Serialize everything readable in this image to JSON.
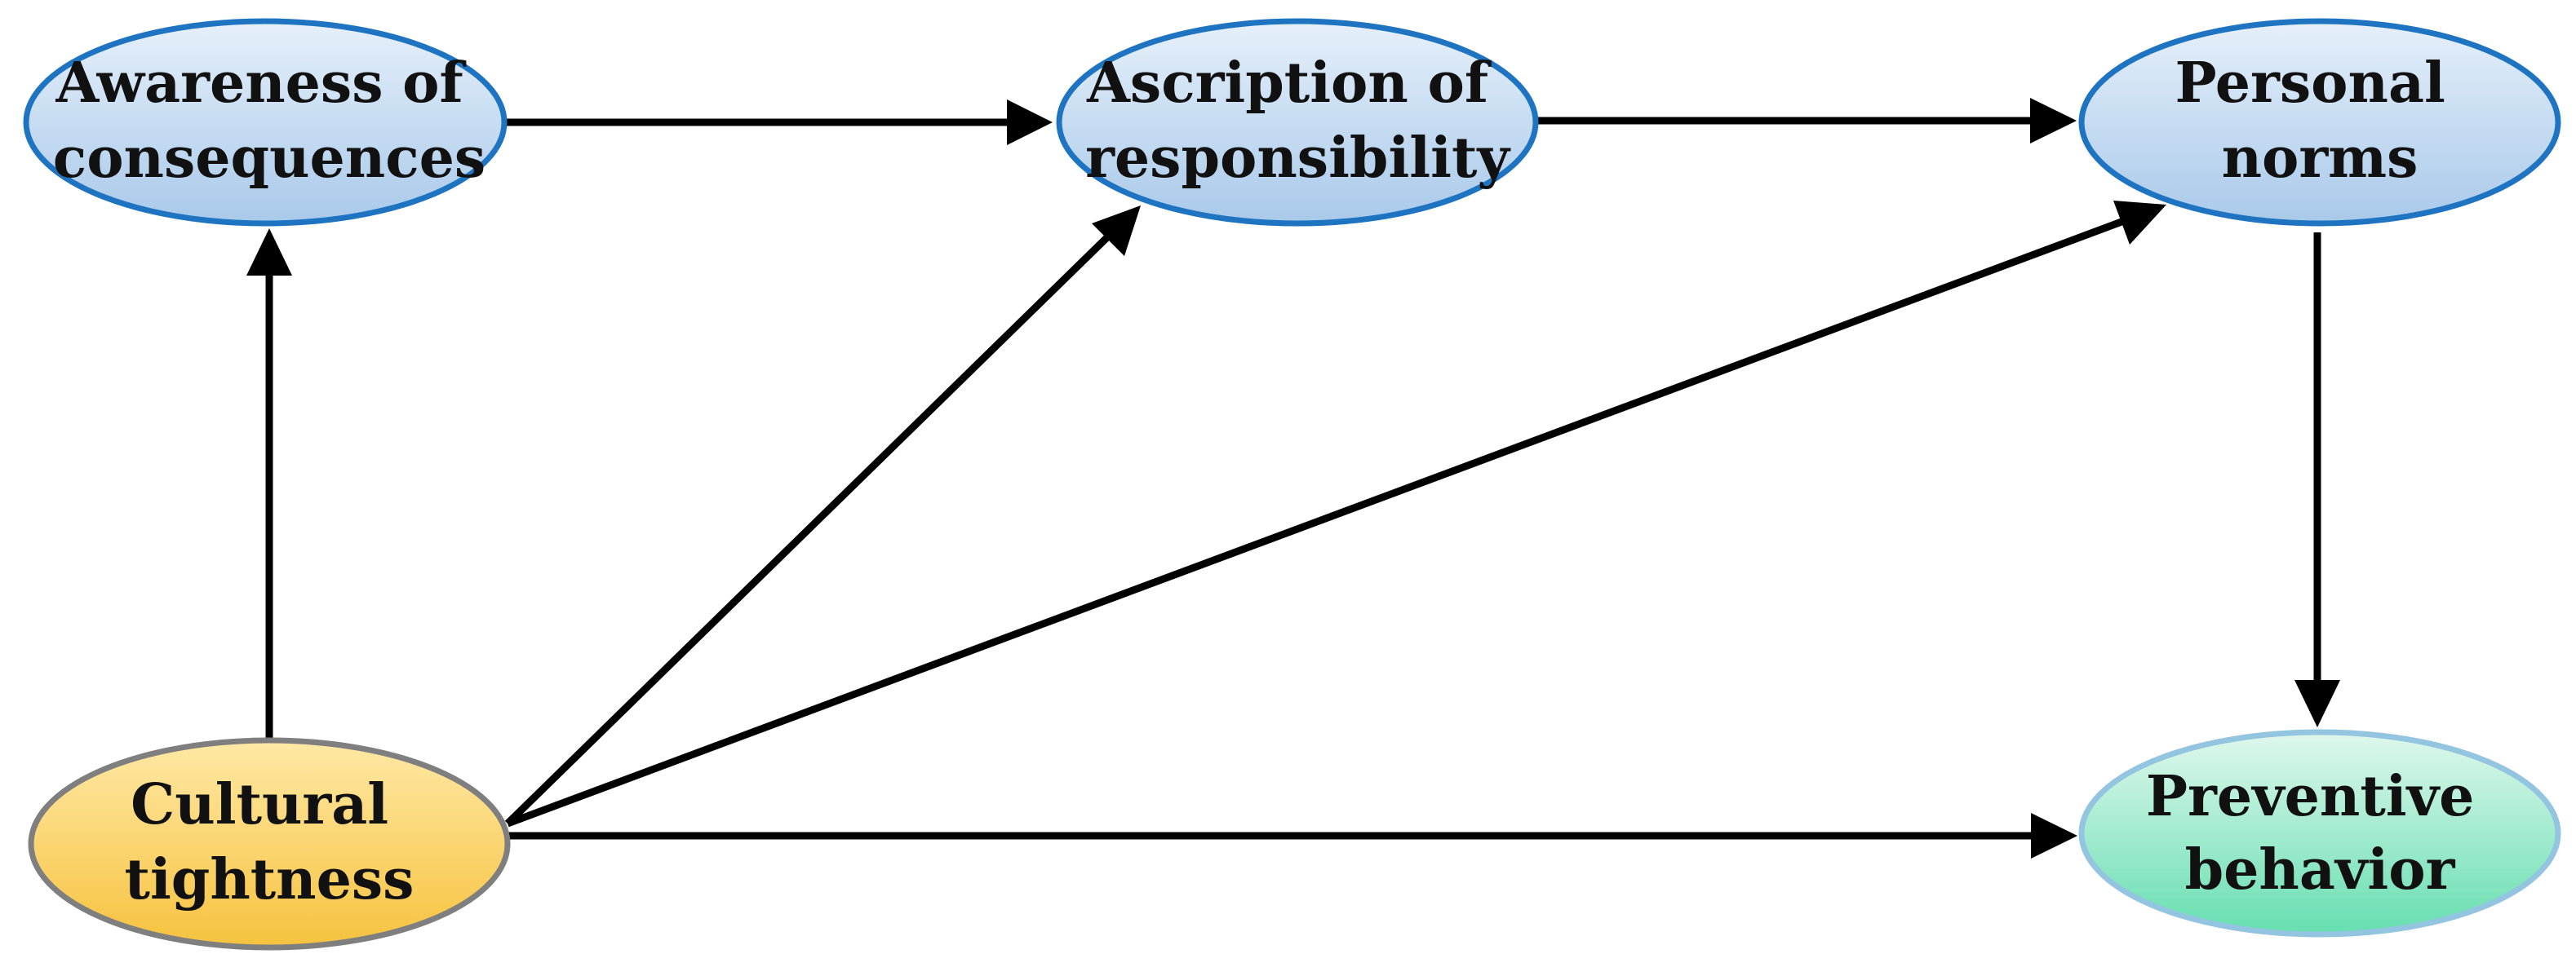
{
  "nodes": {
    "awareness": {
      "line1": "Awareness of",
      "line2": "consequences"
    },
    "ascription": {
      "line1": "Ascription of",
      "line2": "responsibility"
    },
    "norms": {
      "line1": "Personal",
      "line2": "norms"
    },
    "cultural": {
      "line1": "Cultural",
      "line2": "tightness"
    },
    "preventive": {
      "line1": "Preventive",
      "line2": "behavior"
    }
  },
  "colors": {
    "blue_node_top": "#e6f0fa",
    "blue_node_bottom": "#a9c9ea",
    "blue_node_border": "#1f74c2",
    "yellow_node_top": "#ffe9a6",
    "yellow_node_bottom": "#f6c23e",
    "yellow_node_border": "#7f7f7f",
    "green_node_top": "#dff8ec",
    "green_node_bottom": "#66deb0",
    "green_node_border": "#93c5e0",
    "arrow": "#000000"
  }
}
